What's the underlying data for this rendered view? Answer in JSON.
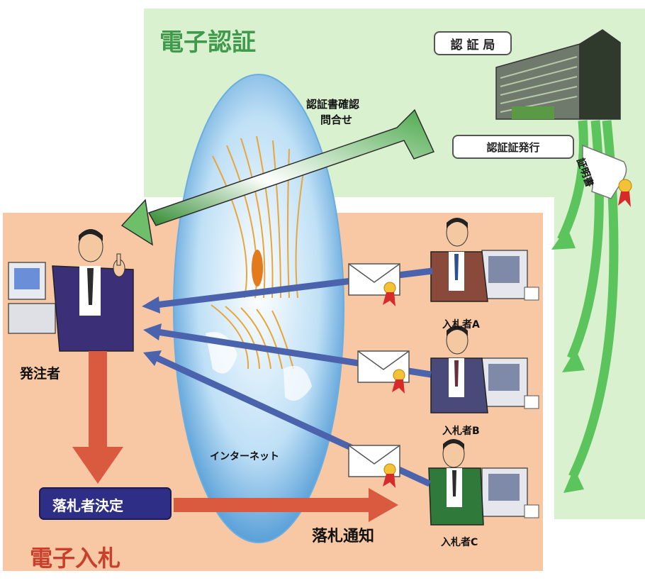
{
  "cert": {
    "section_title": "電子認証",
    "authority_label": "認 証 局",
    "inquiry_label_line1": "認証書確認",
    "inquiry_label_line2": "問合せ",
    "issue_label": "認証証発行",
    "certificate_label": "証明書"
  },
  "bidding": {
    "section_title": "電子入札",
    "orderer_label": "発注者",
    "winner_decision_label": "落札者決定",
    "award_notice_label": "落札通知",
    "internet_label": "インターネット",
    "bidders": [
      {
        "label": "入札者A"
      },
      {
        "label": "入札者B"
      },
      {
        "label": "入札者C"
      }
    ]
  },
  "colors": {
    "cert_bg": "#d9f1cf",
    "bid_bg": "#f8c8a4",
    "green_arrow": "#5cc45c",
    "red_arrow": "#d95a3f",
    "blue_arrow": "#4b63ad",
    "title_green": "#3f9a4c",
    "title_red": "#c8402c",
    "decision_bg": "#2e2e86"
  }
}
